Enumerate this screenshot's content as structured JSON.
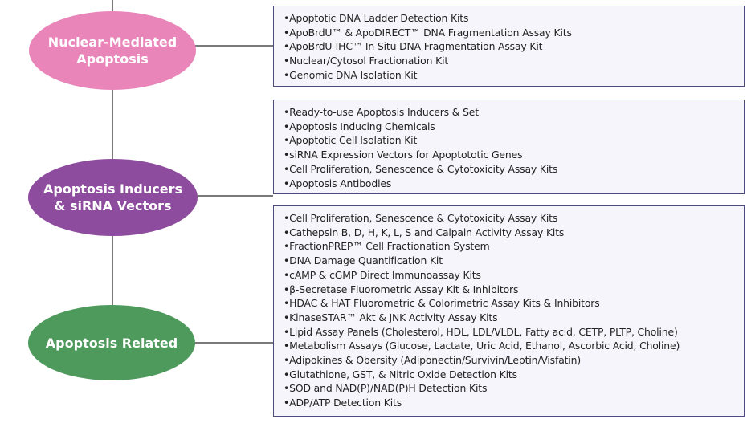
{
  "colors": {
    "nuclear": "#e985b9",
    "inducers": "#8e4c9e",
    "related": "#4e9a5c",
    "box_border": "#4b4b7c",
    "connector": "#7a7a7a"
  },
  "categories": [
    {
      "label": "Nuclear-Mediated\nApoptosis",
      "items": [
        "Apoptotic DNA Ladder Detection Kits",
        "ApoBrdU™ & ApoDIRECT™ DNA Fragmentation Assay Kits",
        "ApoBrdU-IHC™ In Situ DNA Fragmentation Assay Kit",
        "Nuclear/Cytosol Fractionation Kit",
        "Genomic DNA Isolation Kit"
      ]
    },
    {
      "label": "Apoptosis Inducers\n& siRNA Vectors",
      "items": [
        "Ready-to-use Apoptosis Inducers & Set",
        "Apoptosis Inducing Chemicals",
        "Apoptotic Cell Isolation Kit",
        "siRNA Expression Vectors for Apoptototic Genes",
        "Cell Proliferation, Senescence & Cytotoxicity Assay Kits",
        "Apoptosis Antibodies"
      ]
    },
    {
      "label": "Apoptosis Related",
      "items": [
        "Cell Proliferation, Senescence & Cytotoxicity Assay Kits",
        "Cathepsin B, D, H, K, L, S and Calpain Activity Assay Kits",
        "FractionPREP™ Cell Fractionation System",
        "DNA Damage Quantification Kit",
        "cAMP & cGMP Direct Immunoassay Kits",
        "β-Secretase Fluorometric Assay Kit & Inhibitors",
        "HDAC & HAT Fluorometric & Colorimetric Assay Kits & Inhibitors",
        "KinaseSTAR™ Akt & JNK Activity Assay Kits",
        "Lipid Assay Panels (Cholesterol, HDL, LDL/VLDL, Fatty acid, CETP, PLTP, Choline)",
        "Metabolism Assays (Glucose, Lactate, Uric Acid, Ethanol, Ascorbic Acid, Choline)",
        "Adipokines & Obersity (Adiponectin/Survivin/Leptin/Visfatin)",
        "Glutathione, GST, & Nitric Oxide Detection Kits",
        "SOD and NAD(P)/NAD(P)H Detection Kits",
        "ADP/ATP Detection Kits"
      ]
    }
  ]
}
